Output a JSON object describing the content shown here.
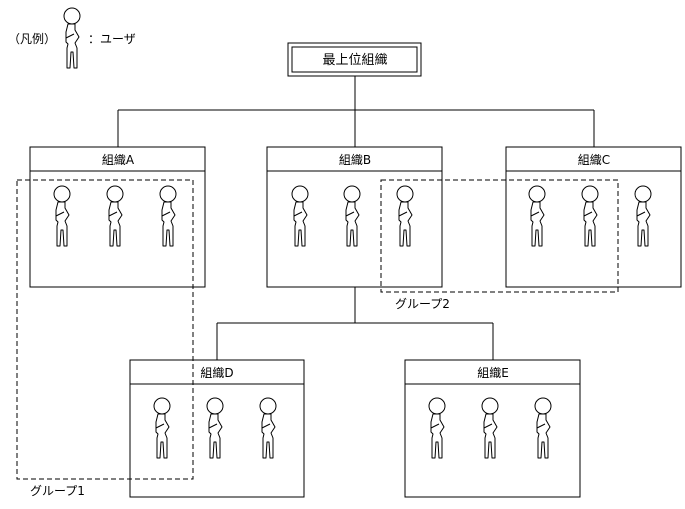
{
  "legend": {
    "open": "（凡例）",
    "colon": "：",
    "text": "ユーザ"
  },
  "top": {
    "label": "最上位組織"
  },
  "orgs": {
    "a": {
      "label": "組織A"
    },
    "b": {
      "label": "組織B"
    },
    "c": {
      "label": "組織C"
    },
    "d": {
      "label": "組織D"
    },
    "e": {
      "label": "組織E"
    }
  },
  "groups": {
    "g1": {
      "label": "グループ1"
    },
    "g2": {
      "label": "グループ2"
    }
  },
  "icons": {
    "user": "user-icon"
  }
}
